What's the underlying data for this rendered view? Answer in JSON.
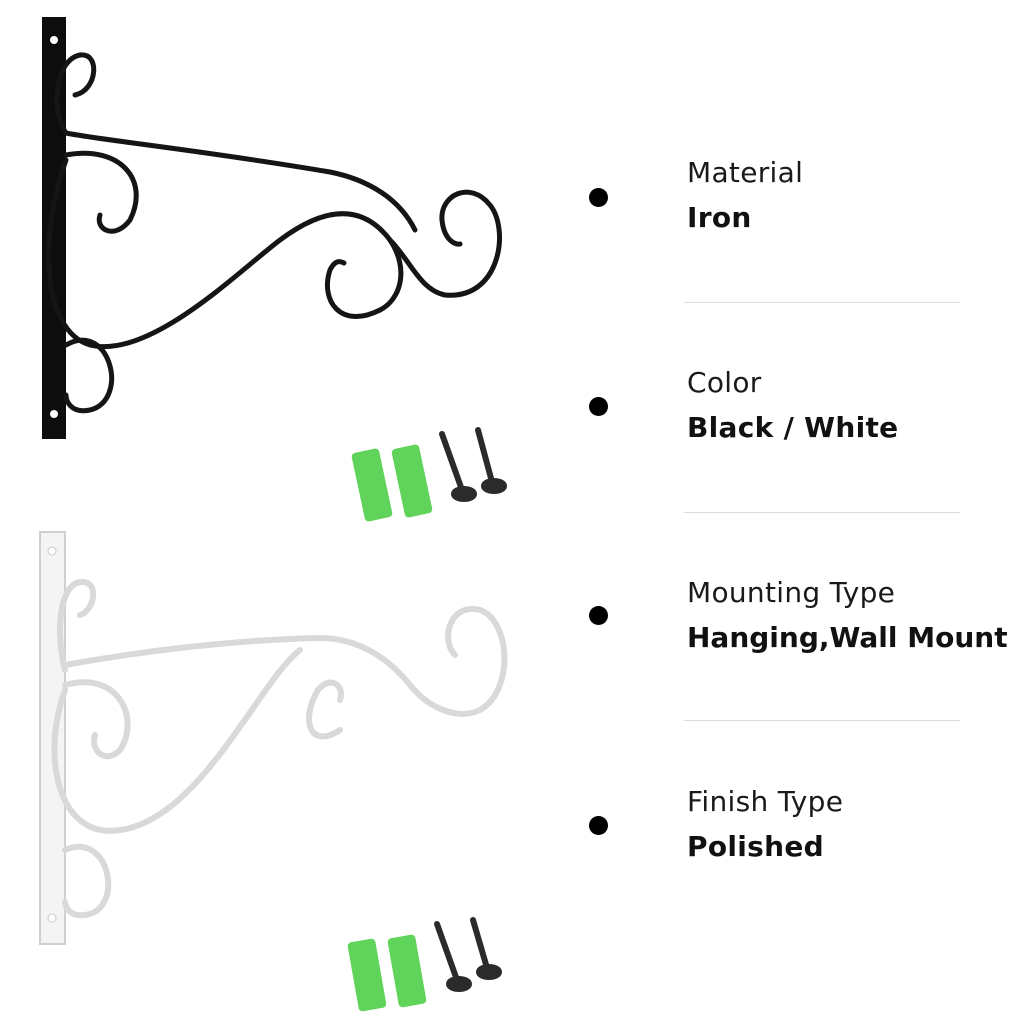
{
  "brackets": [
    {
      "name": "black-bracket",
      "plate_color": "#0d0d0d",
      "stroke_color": "#151515"
    },
    {
      "name": "white-bracket",
      "plate_color": "#f4f4f4",
      "stroke_color": "#d9d9d9"
    }
  ],
  "hardware": {
    "anchor_color": "#5fd35a",
    "screw_color": "#2b2b2b",
    "anchor_icon": "wall-anchor-icon",
    "screw_icon": "screw-icon"
  },
  "specs": [
    {
      "label": "Material",
      "value": "Iron"
    },
    {
      "label": "Color",
      "value": "Black / White"
    },
    {
      "label": "Mounting Type",
      "value": "Hanging,Wall Mount"
    },
    {
      "label": "Finish Type",
      "value": "Polished"
    }
  ]
}
